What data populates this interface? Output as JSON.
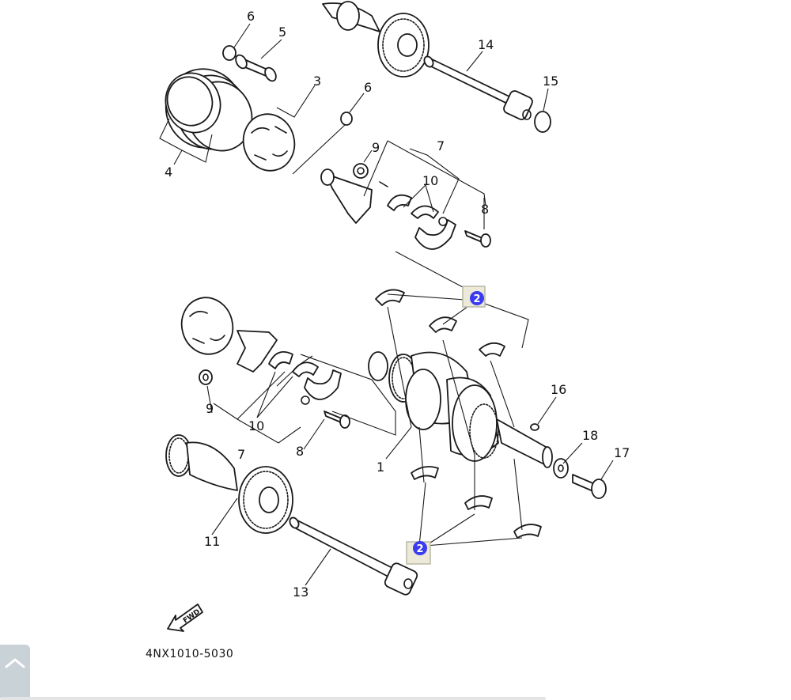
{
  "diagram_code": "4NX1010-5030",
  "fwd_label": "FWD",
  "hotspot_color": "#3b3bf0",
  "hotspots": [
    {
      "label": "2"
    },
    {
      "label": "2"
    }
  ],
  "callouts": {
    "c6a": "6",
    "c5": "5",
    "c3": "3",
    "c6b": "6",
    "c4": "4",
    "c14": "14",
    "c15": "15",
    "c9a": "9",
    "c7a": "7",
    "c10a": "10",
    "c8a": "8",
    "c16": "16",
    "c18": "18",
    "c17": "17",
    "c1": "1",
    "c9b": "9",
    "c10b": "10",
    "c7b": "7",
    "c8b": "8",
    "c11": "11",
    "c13": "13"
  },
  "icons": {
    "back": "chevron-up-icon",
    "fwd": "fwd-arrow-icon"
  }
}
